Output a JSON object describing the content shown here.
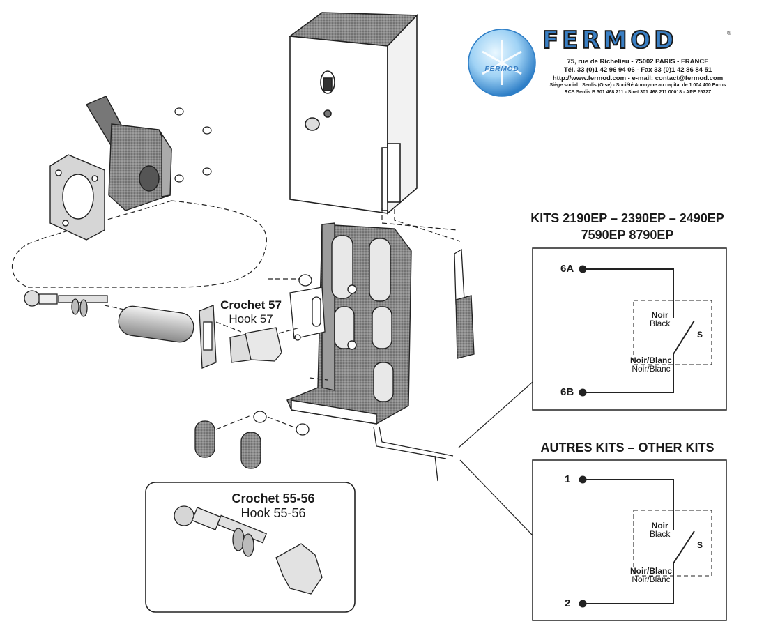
{
  "brand": {
    "name": "FERMOD",
    "badge_text": "FERMOD",
    "registered": "®",
    "address_lines": [
      "75, rue de Richelieu - 75002 PARIS - FRANCE",
      "Tél. 33 (0)1 42 96 94 06 - Fax 33 (0)1 42 86 84 51",
      "http://www.fermod.com - e-mail: contact@fermod.com",
      "Siège social : Senlis (Oise) - Société Anonyme au capital de 1 004 400 Euros",
      "RCS Senlis B 301 468 211 - Siret 301 468 211 00018 - APE 2572Z"
    ],
    "colors": {
      "blue": "#3a7fc4",
      "badge_light": "#bfe3fb",
      "badge_dark": "#2f7fc7"
    }
  },
  "hooks": {
    "hook57": {
      "fr": "Crochet 57",
      "en": "Hook 57"
    },
    "hook5556": {
      "fr": "Crochet 55-56",
      "en": "Hook 55-56"
    }
  },
  "kits": {
    "ep": {
      "title_line1": "KITS 2190EP – 2390EP – 2490EP",
      "title_line2": "7590EP 8790EP",
      "terminal_top": "6A",
      "terminal_bottom": "6B"
    },
    "other": {
      "title": "AUTRES KITS – OTHER KITS",
      "terminal_top": "1",
      "terminal_bottom": "2"
    },
    "switch": {
      "top_fr": "Noir",
      "top_en": "Black",
      "bottom_fr": "Noir/Blanc",
      "bottom_en": "Noir/Blanc",
      "symbol": "S"
    }
  }
}
